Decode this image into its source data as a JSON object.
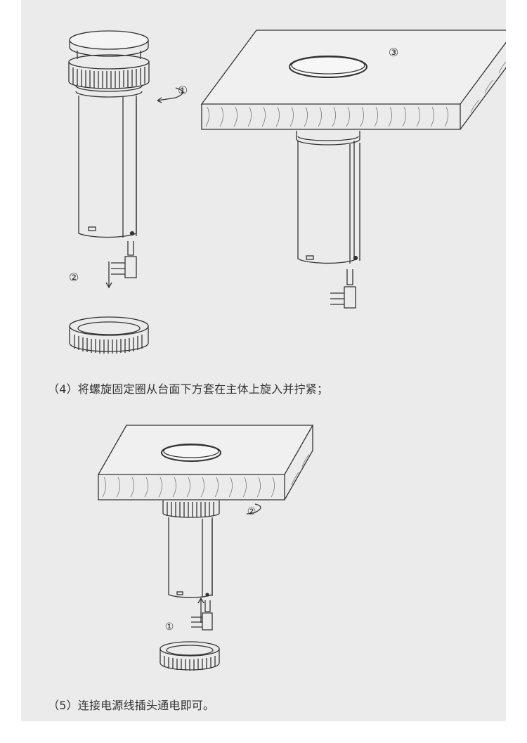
{
  "document": {
    "type": "installation-instructions",
    "panel_color": "#ebebeb",
    "line_color": "#333333"
  },
  "steps": [
    {
      "number": "(4)",
      "text": "将螺旋固定圈从台面下方套在主体上旋入并拧紧；",
      "full": "（4）将螺旋固定圈从台面下方套在主体上旋入并拧紧；"
    },
    {
      "number": "(5)",
      "text": "连接电源线插头通电即可。",
      "full": "（5）连接电源线插头通电即可。"
    }
  ],
  "figure_top": {
    "labels": {
      "rotate": "①",
      "remove": "②",
      "insert": "③"
    },
    "parts": [
      "socket-cap",
      "threaded-ring",
      "cylinder-body",
      "power-plug",
      "fixing-ring",
      "countertop"
    ]
  },
  "figure_bottom": {
    "labels": {
      "lift": "①",
      "tighten": "②"
    },
    "parts": [
      "countertop",
      "socket-cap",
      "fixing-ring",
      "cylinder-body",
      "power-plug"
    ]
  }
}
